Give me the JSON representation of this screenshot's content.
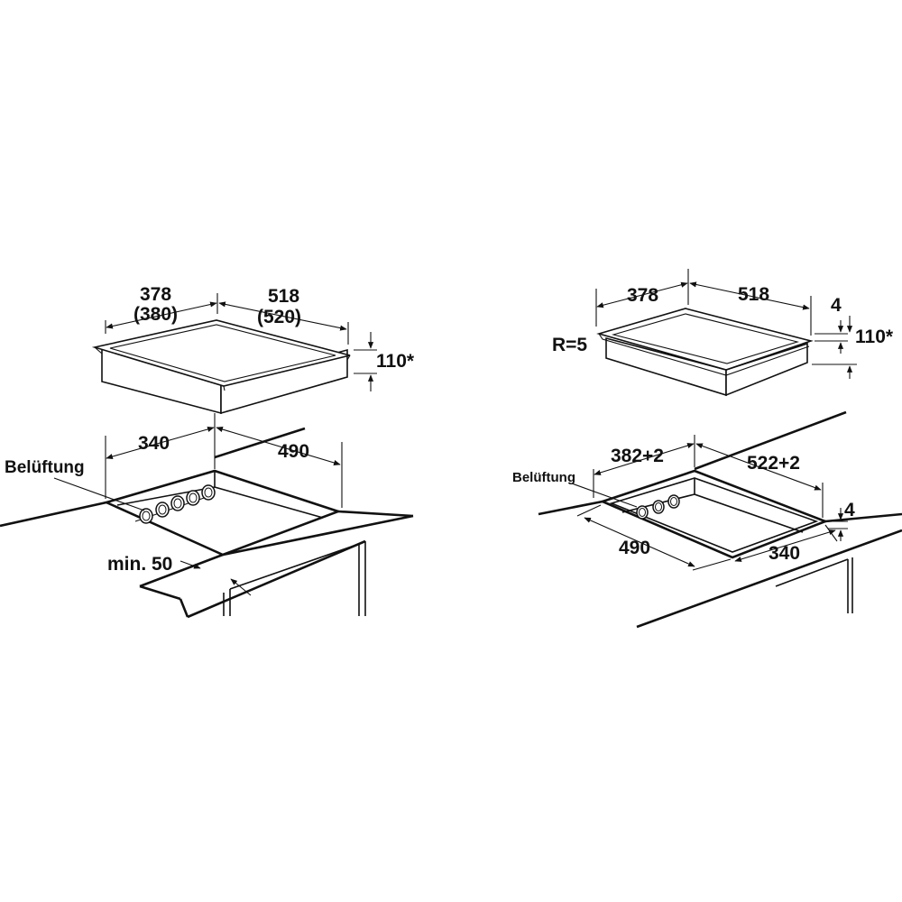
{
  "left": {
    "hob": {
      "width": "378",
      "width_alt": "(380)",
      "depth": "518",
      "depth_alt": "(520)",
      "height": "110*"
    },
    "cutout": {
      "width": "340",
      "depth": "490",
      "ventilation": "Belüftung",
      "min_clearance": "min. 50"
    }
  },
  "right": {
    "hob": {
      "width": "378",
      "depth": "518",
      "radius": "R=5",
      "frame_height": "4",
      "height": "110*"
    },
    "cutout": {
      "width": "382+2",
      "depth": "522+2",
      "ventilation": "Belüftung",
      "inner_depth": "490",
      "inner_width": "340",
      "recess": "4"
    }
  },
  "colors": {
    "line": "#111111",
    "background": "#ffffff"
  }
}
